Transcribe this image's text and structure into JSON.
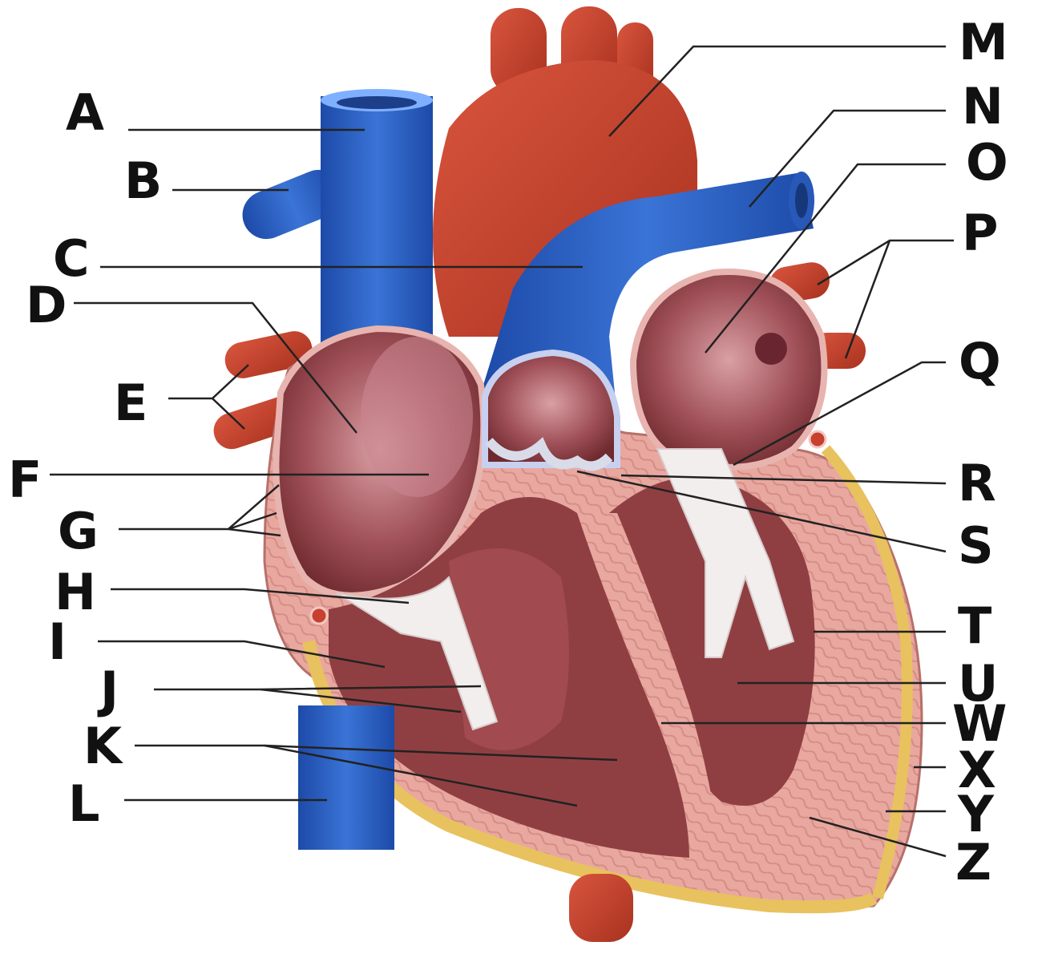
{
  "labels": {
    "A": "A",
    "B": "B",
    "C": "C",
    "D": "D",
    "E": "E",
    "F": "F",
    "G": "G",
    "H": "H",
    "I": "I",
    "J": "J",
    "K": "K",
    "L": "L",
    "M": "M",
    "N": "N",
    "O": "O",
    "P": "P",
    "Q": "Q",
    "R": "R",
    "S": "S",
    "T": "T",
    "U": "U",
    "W": "W",
    "X": "X",
    "Y": "Y",
    "Z": "Z"
  },
  "colors": {
    "background": "#ffffff",
    "vein_blue": "#2f62c4",
    "artery_red": "#c8402e",
    "myocardium": "#e5a39b",
    "chamber_dark": "#8a3a3a",
    "chordae_white": "#f1eded",
    "fat_yellow": "#e8c25e",
    "leader_line": "#222222"
  }
}
